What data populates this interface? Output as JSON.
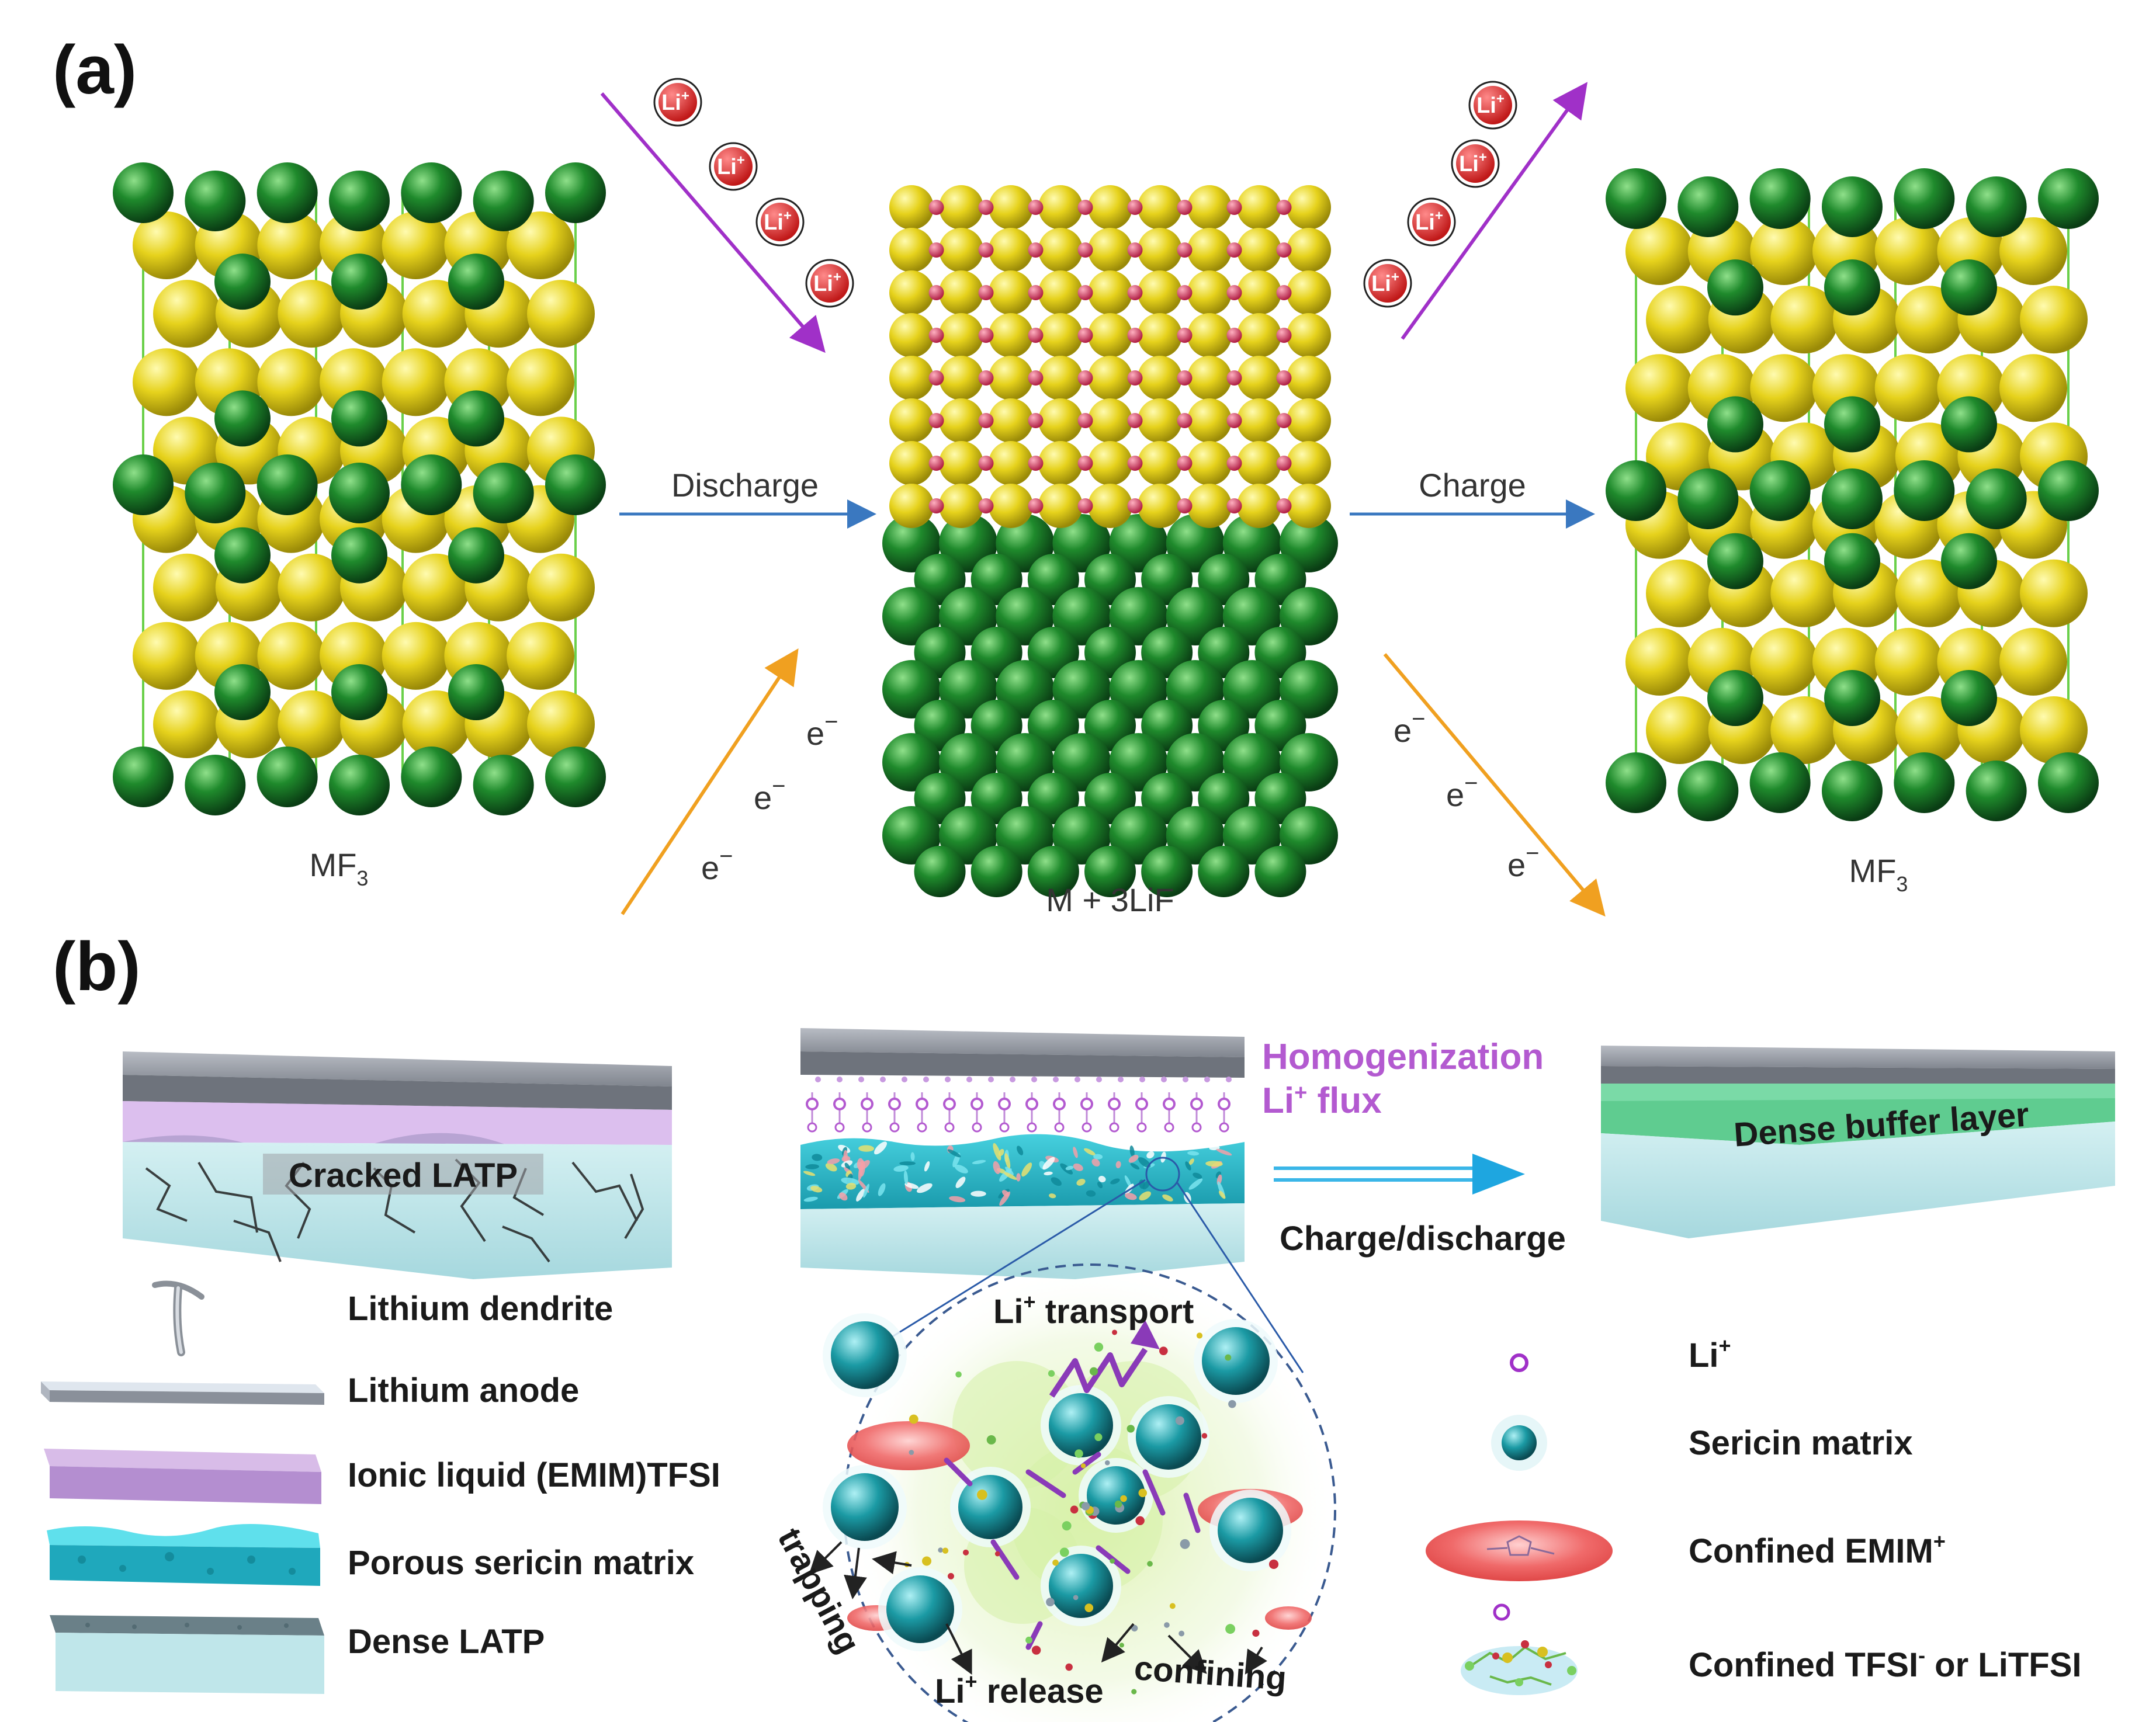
{
  "panel_a": {
    "label": "(a)",
    "left_crystal_label": "MF",
    "left_crystal_sub": "3",
    "middle_crystal_label": "M + 3LiF",
    "right_crystal_label": "MF",
    "right_crystal_sub": "3",
    "discharge_label": "Discharge",
    "charge_label": "Charge",
    "li_badge": "Li",
    "li_sup": "+",
    "electron": "e",
    "electron_sup": "−",
    "colors": {
      "metal": "#1f8a2c",
      "fluoride": "#e6d21c",
      "lithium": "#d23a5a",
      "li_arrow": "#a030c8",
      "e_arrow": "#f0a020",
      "process_arrow": "#3a78c0"
    }
  },
  "panel_b": {
    "label": "(b)",
    "cracked_label": "Cracked LATP",
    "homogenization_line1": "Homogenization",
    "homogenization_line2_prefix": "Li",
    "homogenization_line2_sup": "+",
    "homogenization_line2_suffix": " flux",
    "dense_buffer_label": "Dense buffer layer",
    "charge_discharge_label": "Charge/discharge",
    "li_transport_prefix": "Li",
    "li_transport_sup": "+",
    "li_transport_suffix": " transport",
    "trapping_label": "trapping",
    "li_release_prefix": "Li",
    "li_release_sup": "+",
    "li_release_suffix": " release",
    "confining_label": "confining",
    "legend_left": [
      {
        "icon": "lithium-dendrite-icon",
        "label": "Lithium dendrite"
      },
      {
        "icon": "lithium-anode-icon",
        "label": "Lithium anode"
      },
      {
        "icon": "ionic-liquid-icon",
        "label": "Ionic liquid (EMIM)TFSI"
      },
      {
        "icon": "porous-sericin-icon",
        "label": "Porous sericin matrix"
      },
      {
        "icon": "dense-latp-icon",
        "label": "Dense LATP"
      }
    ],
    "legend_right": [
      {
        "icon": "li-ion-icon",
        "label": "Li",
        "sup": "+",
        "suffix": ""
      },
      {
        "icon": "sericin-matrix-icon",
        "label": "Sericin matrix",
        "sup": "",
        "suffix": ""
      },
      {
        "icon": "confined-emim-icon",
        "label": "Confined EMIM",
        "sup": "+",
        "suffix": ""
      },
      {
        "icon": "confined-tfsi-icon",
        "label": "Confined TFSI",
        "sup": "-",
        "suffix": " or LiTFSI"
      }
    ],
    "colors": {
      "anode_gray": "#8e939c",
      "ionic_liquid": "#c9a8e0",
      "sericin_cyan": "#2bb5c8",
      "latp_light": "#bfe6ea",
      "buffer_green": "#6fd4a0",
      "teal_sphere": "#1b9aa4",
      "emim_red": "#f06a6a"
    }
  }
}
